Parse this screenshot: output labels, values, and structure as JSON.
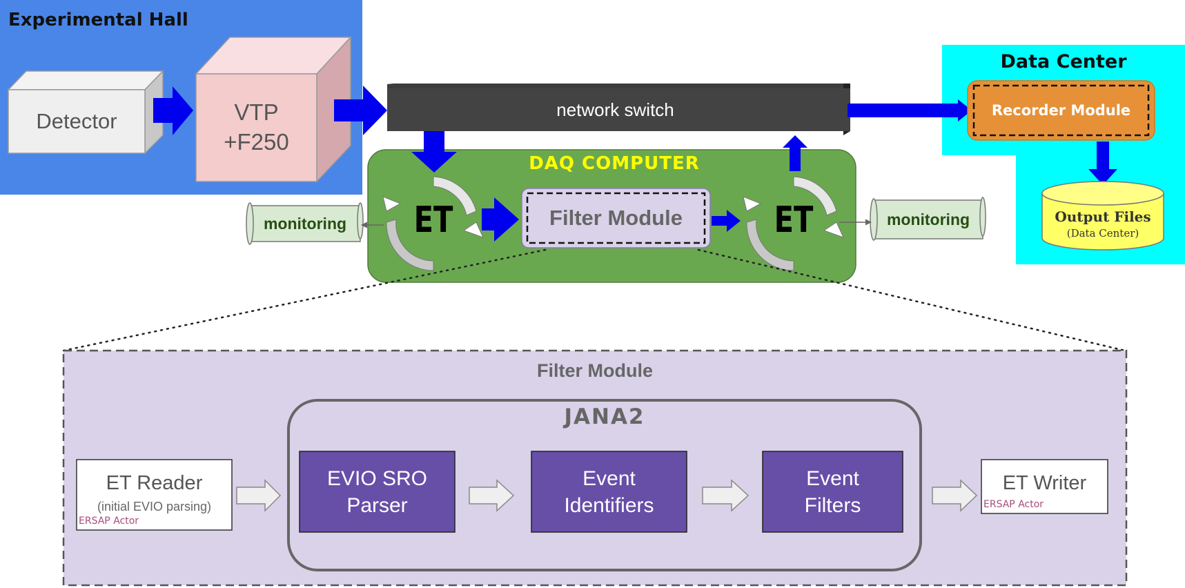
{
  "experimental_hall": {
    "title": "Experimental Hall",
    "detector": "Detector",
    "vtp_line1": "VTP",
    "vtp_line2": "+F250"
  },
  "network_switch": {
    "label": "network switch"
  },
  "daq_computer": {
    "title": "DAQ COMPUTER",
    "et_left": "ET",
    "et_right": "ET",
    "filter_module": "Filter Module"
  },
  "monitoring": {
    "left": "monitoring",
    "right": "monitoring"
  },
  "data_center": {
    "title": "Data Center",
    "recorder": "Recorder Module",
    "output_title": "Output Files",
    "output_sub": "(Data Center)"
  },
  "filter_detail": {
    "title": "Filter Module",
    "jana_title": "JANA2",
    "et_reader": {
      "title": "ET Reader",
      "subtitle": "(initial EVIO parsing)",
      "tag": "ERSAP Actor"
    },
    "stages": [
      {
        "line1": "EVIO SRO",
        "line2": "Parser"
      },
      {
        "line1": "Event",
        "line2": "Identifiers"
      },
      {
        "line1": "Event",
        "line2": "Filters"
      }
    ],
    "et_writer": {
      "title": "ET Writer",
      "tag": "ERSAP Actor"
    }
  },
  "colors": {
    "hall_bg": "#4a86e8",
    "data_center_bg": "#00ffff",
    "daq_green": "#6aa84f",
    "switch_dark": "#3d3d3d",
    "arrow_blue": "#0000ee",
    "stage_purple": "#674ea7",
    "panel_lavender": "#d9d2e9",
    "recorder_orange": "#e69138",
    "output_yellow": "#ffff66",
    "monitor_green": "#d9ead3",
    "ersap_pink": "#a64d79",
    "daq_title_yellow": "#ffff00"
  }
}
